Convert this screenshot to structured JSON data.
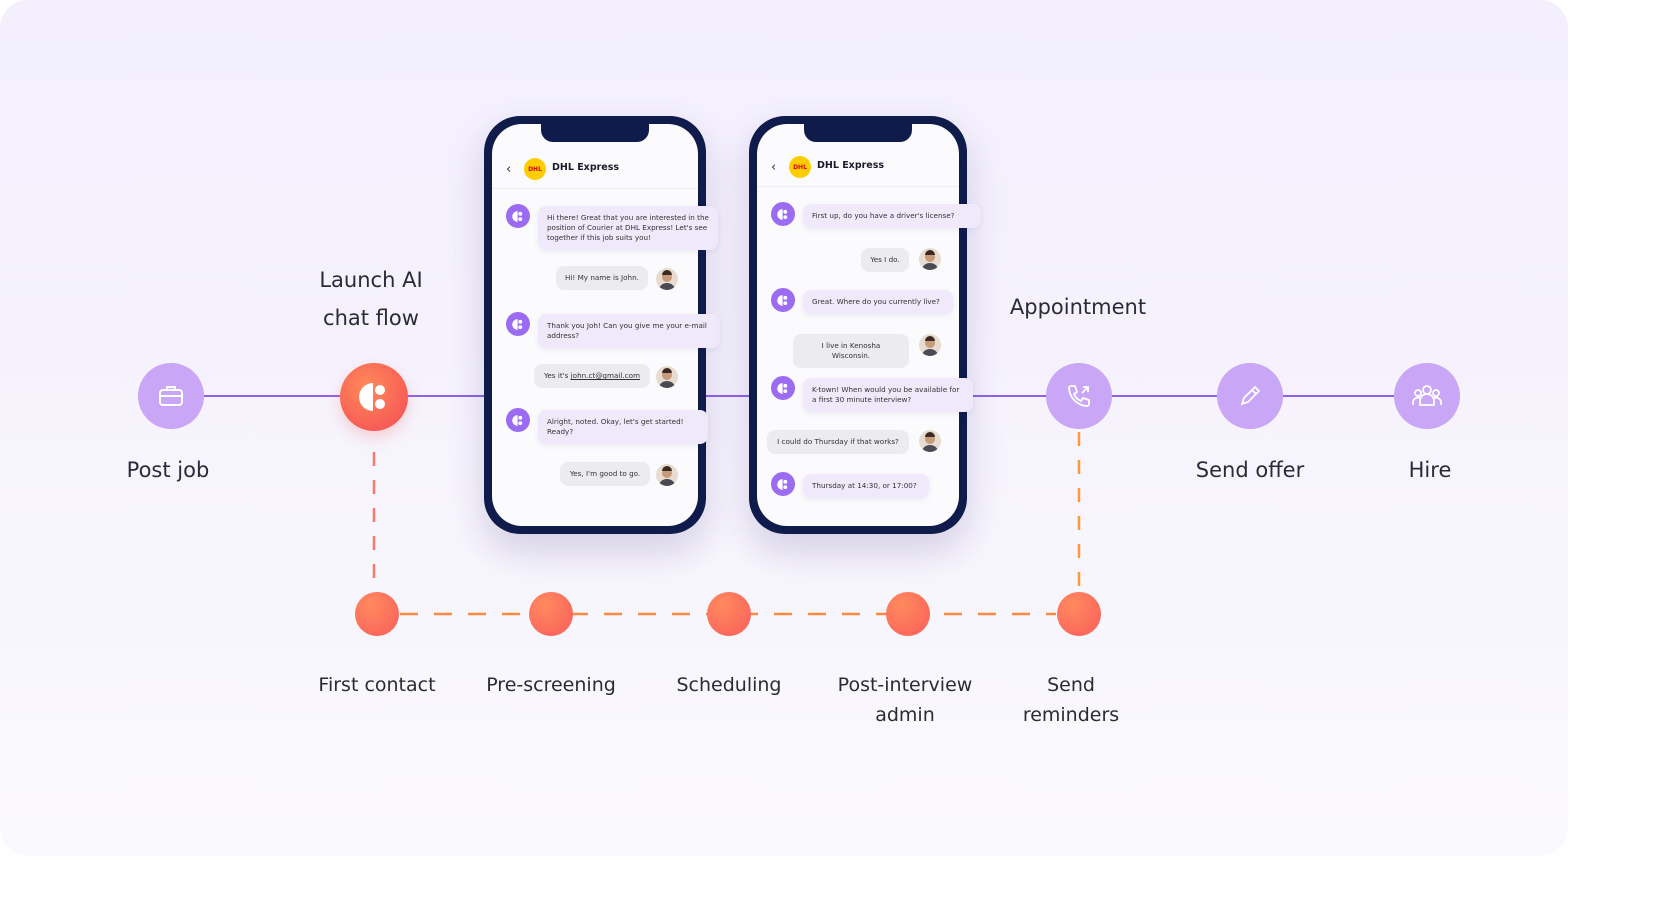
{
  "steps": {
    "post_job": "Post job",
    "launch_ai": [
      "Launch AI",
      "chat flow"
    ],
    "appointment": "Appointment",
    "send_offer": "Send offer",
    "hire": "Hire"
  },
  "sub_steps": {
    "first_contact": "First contact",
    "pre_screening": "Pre-screening",
    "scheduling": "Scheduling",
    "post_interview": [
      "Post-interview",
      "admin"
    ],
    "send_reminders": [
      "Send",
      "reminders"
    ]
  },
  "colors": {
    "purple_node": "#c9a6f6",
    "purple_line": "#8f62ee",
    "orange_node": "#fb6a5c",
    "orange_dash": "#fb8a45"
  },
  "phone1": {
    "company": "DHL Express",
    "messages": [
      {
        "from": "bot",
        "text": "Hi there! Great that you are interested in the position of Courier at DHL Express! Let's see together if this job suits you!"
      },
      {
        "from": "user",
        "text": "Hi! My name is John."
      },
      {
        "from": "bot",
        "text": "Thank you Joh! Can you give me your e-mail address?"
      },
      {
        "from": "user",
        "text_prefix": "Yes it's ",
        "link": "john.ct@gmail.com"
      },
      {
        "from": "bot",
        "text": "Alright, noted. Okay, let's get started! Ready?"
      },
      {
        "from": "user",
        "text": "Yes, I'm good to go."
      }
    ]
  },
  "phone2": {
    "company": "DHL Express",
    "messages": [
      {
        "from": "bot",
        "text": "First up, do you have a driver's license?"
      },
      {
        "from": "user",
        "text": "Yes I do."
      },
      {
        "from": "bot",
        "text": "Great. Where do you currently live?"
      },
      {
        "from": "user",
        "text": "I live in Kenosha Wisconsin."
      },
      {
        "from": "bot",
        "text": "K-town! When would you be available for a first 30 minute interview?"
      },
      {
        "from": "user",
        "text": "I could do Thursday if that works?"
      },
      {
        "from": "bot",
        "text": "Thursday at 14:30, or 17:00?"
      }
    ]
  },
  "icons": {
    "post_job": "briefcase-icon",
    "launch_ai": "chat-logo-icon",
    "appointment": "phone-call-icon",
    "send_offer": "pencil-icon",
    "hire": "team-icon"
  }
}
